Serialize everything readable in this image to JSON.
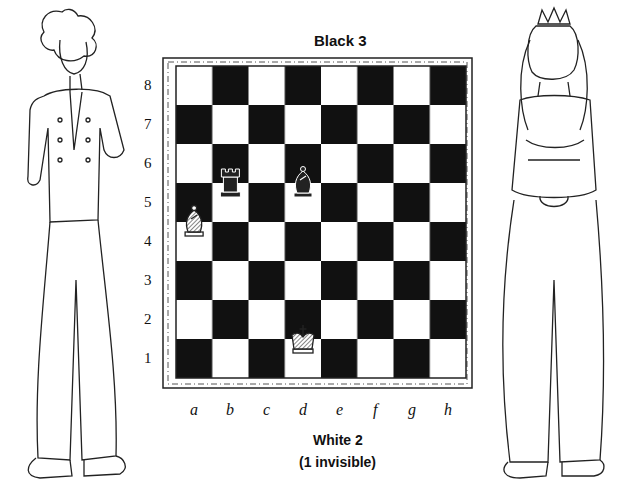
{
  "diagram": {
    "labels": [
      "Black 3",
      "8",
      "7",
      "6",
      "5",
      "4",
      "3",
      "2",
      "1",
      "a",
      "b",
      "c",
      "d",
      "e",
      "f",
      "g",
      "h",
      "White 2",
      "(1 invisible)"
    ]
  }
}
